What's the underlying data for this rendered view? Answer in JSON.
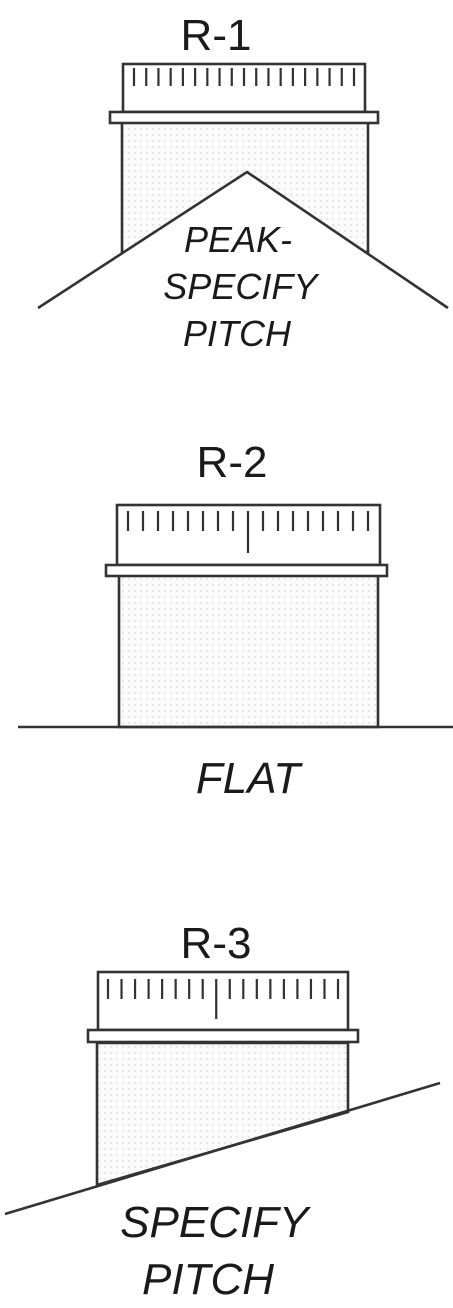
{
  "diagram": {
    "panels": [
      {
        "id": "r1",
        "title": "R-1",
        "caption_lines": [
          "PEAK-",
          "SPECIFY",
          "PITCH"
        ]
      },
      {
        "id": "r2",
        "title": "R-2",
        "caption_lines": [
          "FLAT"
        ]
      },
      {
        "id": "r3",
        "title": "R-3",
        "caption_lines": [
          "SPECIFY",
          "PITCH"
        ]
      }
    ]
  }
}
